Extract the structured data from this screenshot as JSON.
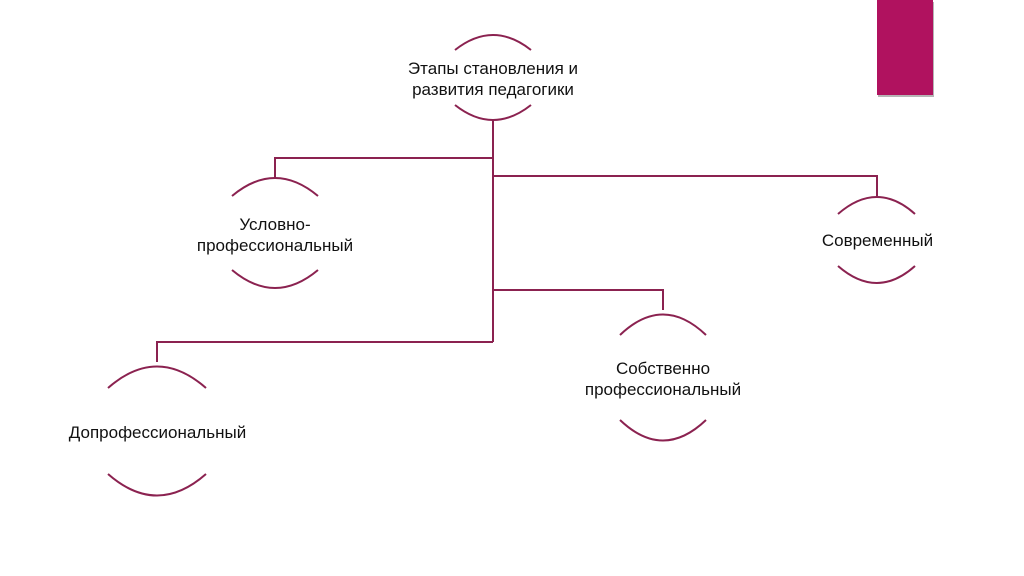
{
  "colors": {
    "connector": "#8b2250",
    "accent_block": "#b0125f",
    "accent_shadow": "#b5b5b5",
    "text": "#111111",
    "background": "#ffffff"
  },
  "diagram": {
    "root": {
      "line1": "Этапы становления и",
      "line2": "развития педагогики"
    },
    "nodes": {
      "conditional": {
        "line1": "Условно-",
        "line2": "профессиональный"
      },
      "modern": {
        "line1": "Современный"
      },
      "proper": {
        "line1": "Собственно",
        "line2": "профессиональный"
      },
      "preprofessional": {
        "line1": "Допрофессиональный"
      }
    }
  }
}
